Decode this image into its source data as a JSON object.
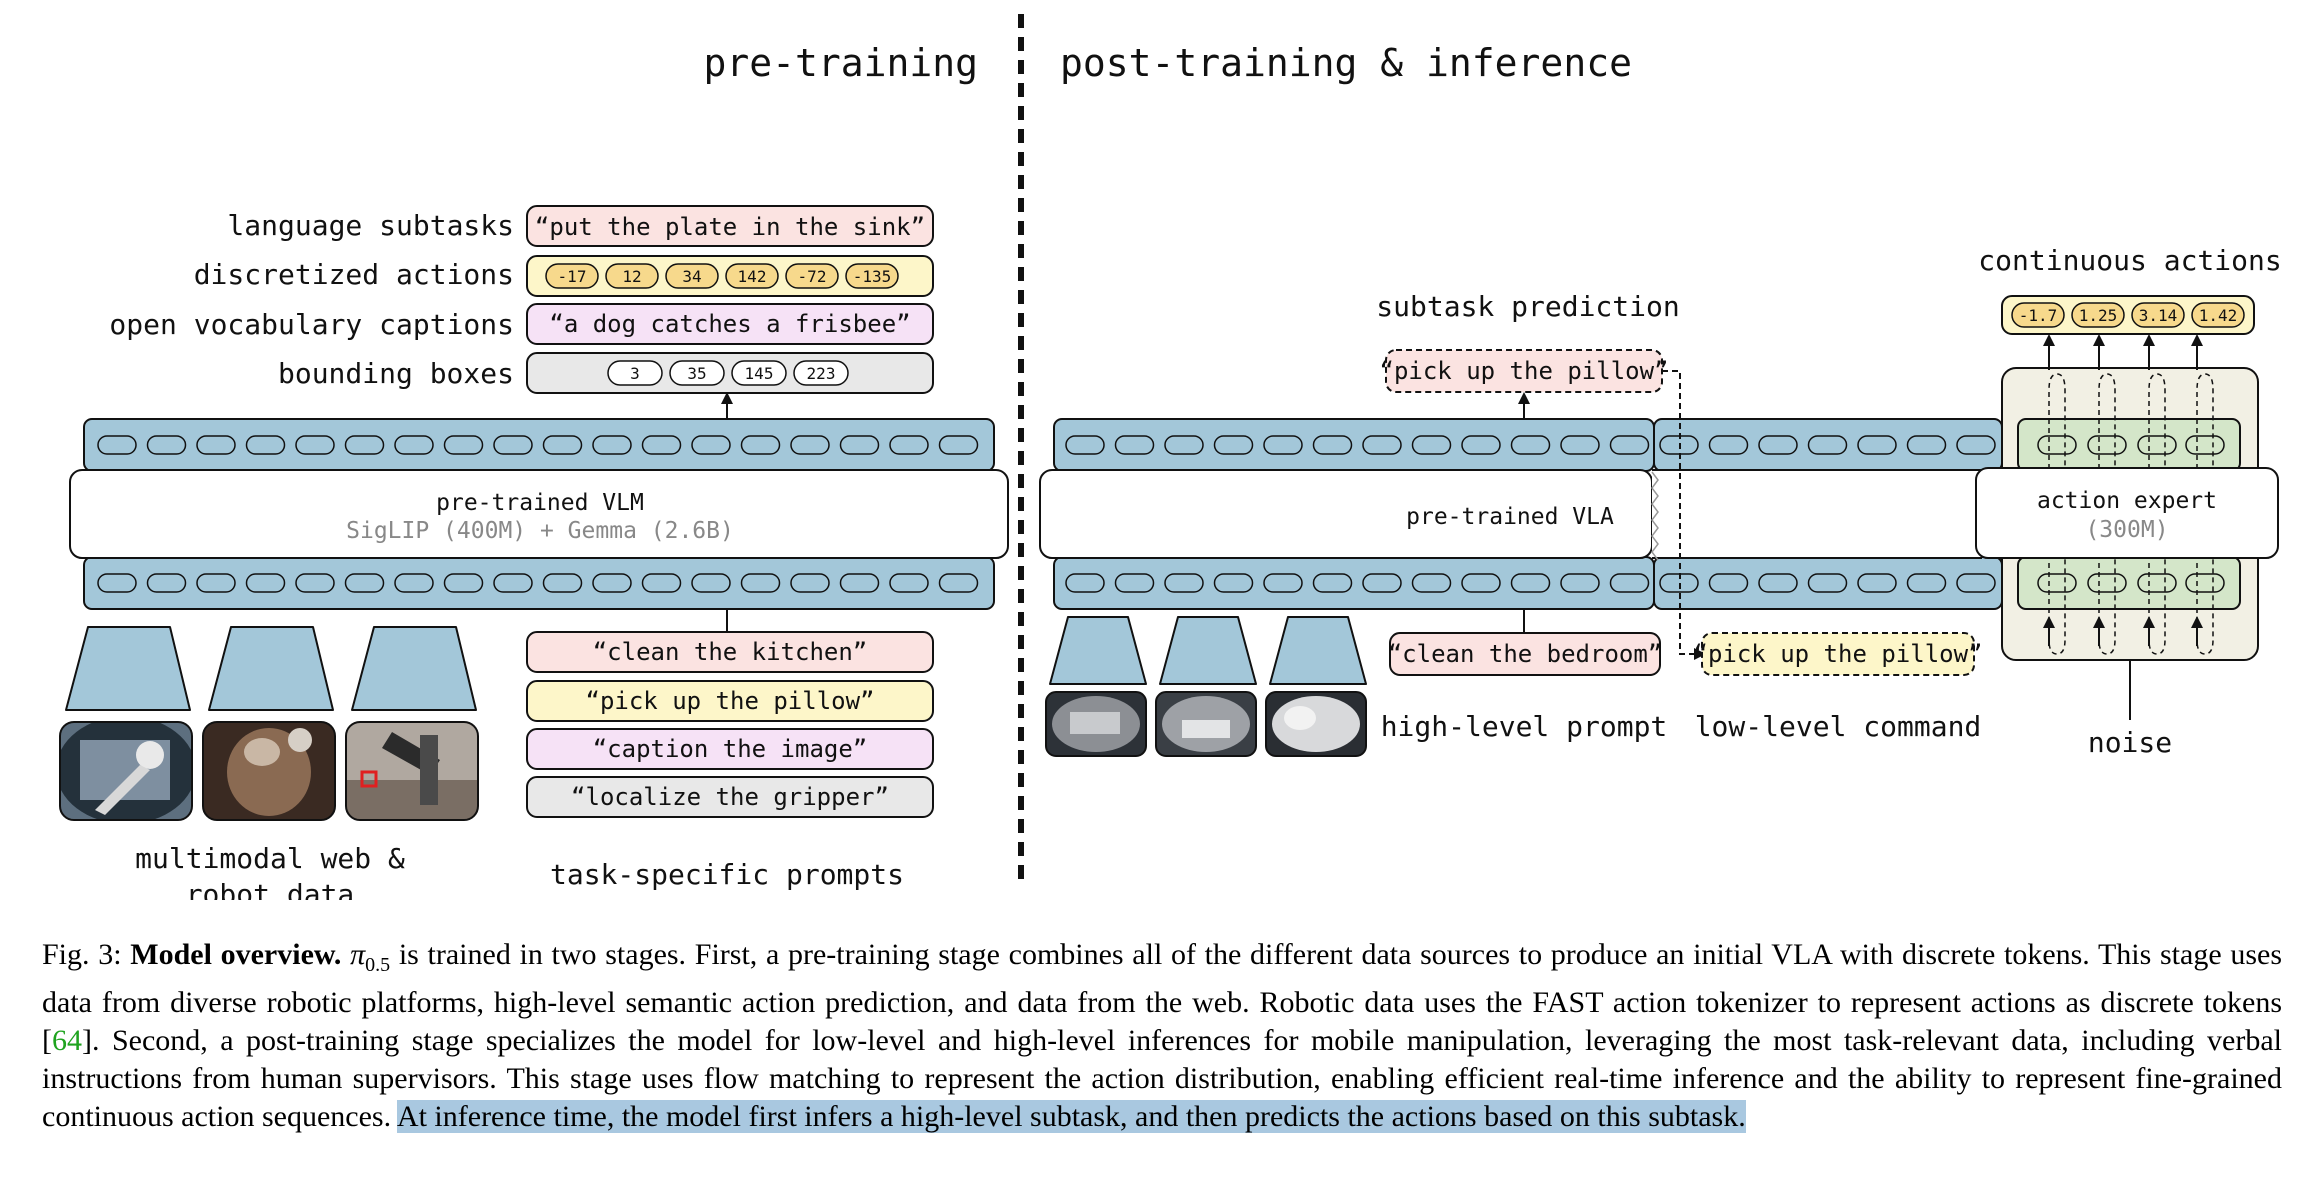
{
  "figure": {
    "left_title": "pre-training",
    "right_title": "post-training & inference",
    "pretrain": {
      "output_labels": [
        "language subtasks",
        "discretized actions",
        "open vocabulary captions",
        "bounding boxes"
      ],
      "language_subtask_output": "“put the plate in the sink”",
      "discretized_action_tokens": [
        "-17",
        "12",
        "34",
        "142",
        "-72",
        "-135"
      ],
      "caption_output": "“a dog catches a frisbee”",
      "bounding_box_tokens": [
        "3",
        "35",
        "145",
        "223"
      ],
      "vlm_title": "pre-trained VLM",
      "vlm_subtitle": "SigLIP (400M) + Gemma (2.6B)",
      "prompts": [
        "“clean the kitchen”",
        "“pick up the pillow”",
        "“caption the image”",
        "“localize the gripper”"
      ],
      "data_label_line1": "multimodal web &",
      "data_label_line2": "robot data",
      "prompts_label": "task-specific prompts"
    },
    "posttrain": {
      "subtask_prediction_label": "subtask prediction",
      "predicted_subtask": "“pick up the pillow”",
      "vla_title": "pre-trained VLA",
      "high_level_prompt": "“clean the bedroom”",
      "high_level_label": "high-level prompt",
      "low_level_command": "“pick up the pillow”",
      "low_level_label": "low-level command",
      "continuous_actions_label": "continuous actions",
      "continuous_action_values": [
        "-1.7",
        "1.25",
        "3.14",
        "1.42"
      ],
      "action_expert_title": "action expert",
      "action_expert_subtitle": "(300M)",
      "noise_label": "noise"
    },
    "colors": {
      "token_blue": "#a3c7d9",
      "subtask_pink": "#fbe3e1",
      "action_yellow": "#fdf6c9",
      "caption_purple": "#f6e2f6",
      "bbox_gray": "#e8e8e8",
      "expert_green": "#d4e6c9",
      "expert_bg": "#f2f0e4",
      "token_orange": "#f7d98c"
    }
  },
  "caption": {
    "fig_label": "Fig. 3: ",
    "bold_title": "Model overview.",
    "pi_symbol": "π",
    "pi_subscript": "0.5",
    "text_a": " is trained in two stages. First, a pre-training stage combines all of the different data sources to produce an initial VLA with discrete tokens. This stage uses data from diverse robotic platforms, high-level semantic action prediction, and data from the web. Robotic data uses the FAST action tokenizer to represent actions as discrete tokens [",
    "citation": "64",
    "text_b": "]. Second, a post-training stage specializes the model for low-level and high-level inferences for mobile manipulation, leveraging the most task-relevant data, including verbal instructions from human supervisors. This stage uses flow matching to represent the action distribution, enabling efficient real-time inference and the ability to represent fine-grained continuous action sequences. ",
    "highlighted_text": "At inference time, the model first infers a high-level subtask, and then predicts the actions based on this subtask."
  }
}
